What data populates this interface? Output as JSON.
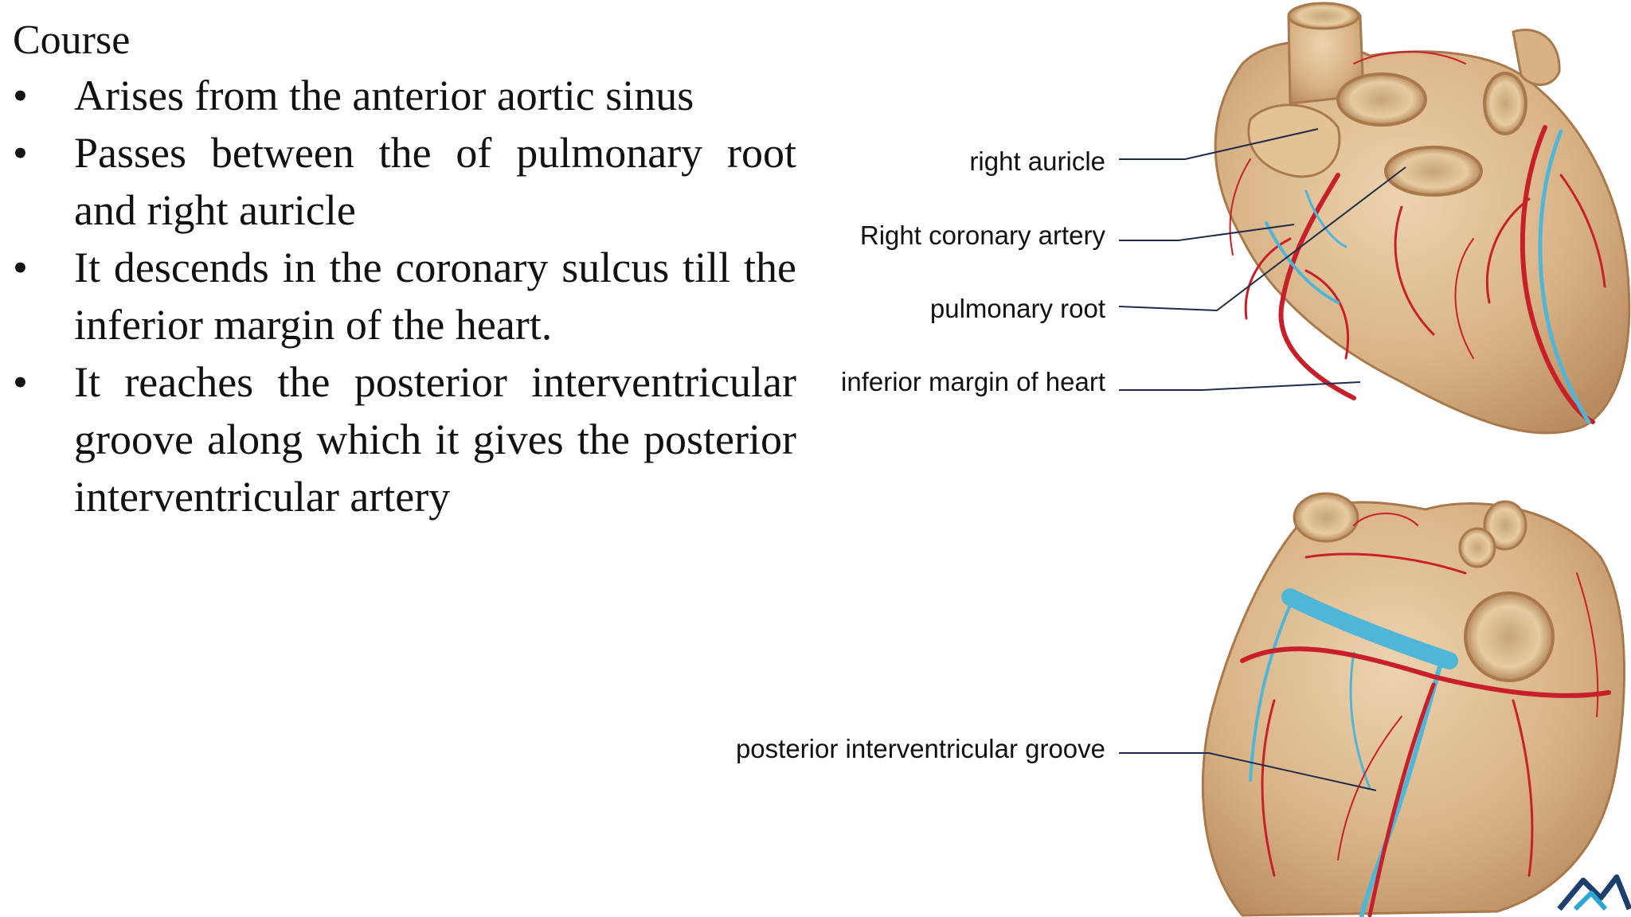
{
  "slide": {
    "heading": "Course",
    "bullet_glyph": "•",
    "bullets": [
      "Arises from the anterior aortic sinus",
      "Passes between the of pulmonary root and right auricle",
      "It descends in the coronary sulcus till the inferior margin of the heart.",
      "It reaches the posterior interventricular groove along which it gives the posterior interventricular artery"
    ]
  },
  "labels": {
    "right_auricle": "right auricle",
    "right_coronary_artery": "Right coronary artery",
    "pulmonary_root": "pulmonary root",
    "inferior_margin": "inferior margin of heart",
    "posterior_groove": "posterior interventricular groove"
  },
  "colors": {
    "heart_fill": "#dcb98e",
    "artery": "#c8202a",
    "vein": "#4fb6d8",
    "leader_line": "#1f2d4a",
    "logo": "#1c3f6e",
    "logo_accent": "#2aa6d4"
  },
  "icons": {
    "logo": "mountain-logo-icon"
  }
}
